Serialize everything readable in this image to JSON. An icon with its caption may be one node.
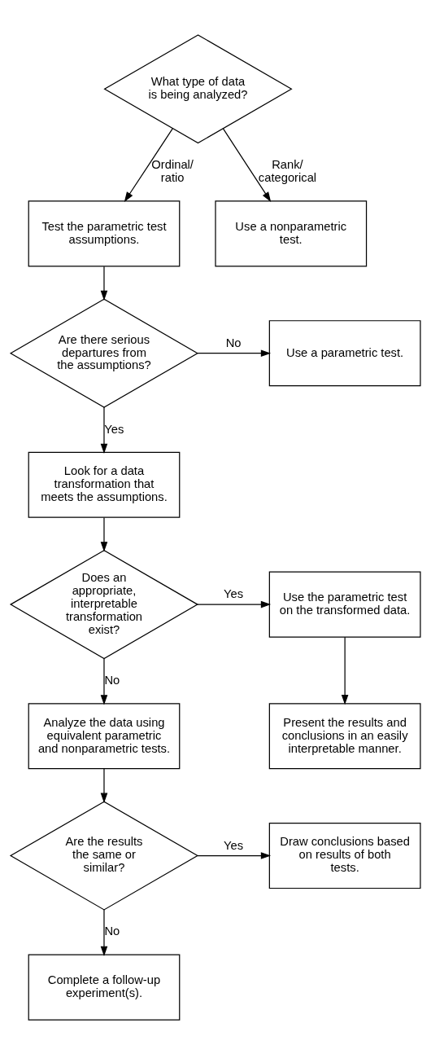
{
  "diagram": {
    "nodes": [
      {
        "text": [
          "What type of data is being analyzed?"
        ]
      },
      {
        "text": [
          "Test the parametric test assumptions."
        ]
      },
      {
        "text": [
          "Use a nonparametric test."
        ]
      },
      {
        "text": [
          "Are there serious departures from the assumptions?"
        ]
      },
      {
        "text": [
          "Use a parametric test."
        ]
      },
      {
        "text": [
          "Look for a data transformation that meets the assumptions."
        ]
      },
      {
        "text": [
          "Does an appropriate, interpretable transformation exist?"
        ]
      },
      {
        "text": [
          "Use the parametric test on the transformed data."
        ]
      },
      {
        "text": [
          "Present the results and conclusions in an easily interpretable manner."
        ]
      },
      {
        "text": [
          "Analyze the data using equivalent parametric and nonparametric tests."
        ]
      },
      {
        "text": [
          "Are the results the same or similar?"
        ]
      },
      {
        "text": [
          "Draw conclusions based on results of both tests."
        ]
      },
      {
        "text": [
          "Complete a follow-up experiment(s)."
        ]
      }
    ],
    "edges": [
      {
        "from": 0,
        "to": 1,
        "arrow": "to",
        "label": "Ordinal/ ratio"
      },
      {
        "from": 0,
        "to": 2,
        "arrow": "to",
        "label": "Rank/ categorical"
      },
      {
        "from": 1,
        "to": 3,
        "arrow": "to"
      },
      {
        "from": 3,
        "to": 4,
        "arrow": "to",
        "label": "No"
      },
      {
        "from": 3,
        "to": 5,
        "arrow": "to",
        "label": "Yes"
      },
      {
        "from": 5,
        "to": 6,
        "arrow": "to"
      },
      {
        "from": 6,
        "to": 7,
        "arrow": "to",
        "label": "Yes"
      },
      {
        "from": 7,
        "to": 8,
        "arrow": "to"
      },
      {
        "from": 6,
        "to": 9,
        "arrow": "to",
        "label": "No"
      },
      {
        "from": 9,
        "to": 10,
        "arrow": "to"
      },
      {
        "from": 10,
        "to": 11,
        "arrow": "to",
        "label": "Yes"
      },
      {
        "from": 10,
        "to": 12,
        "arrow": "to",
        "label": "No"
      }
    ]
  }
}
